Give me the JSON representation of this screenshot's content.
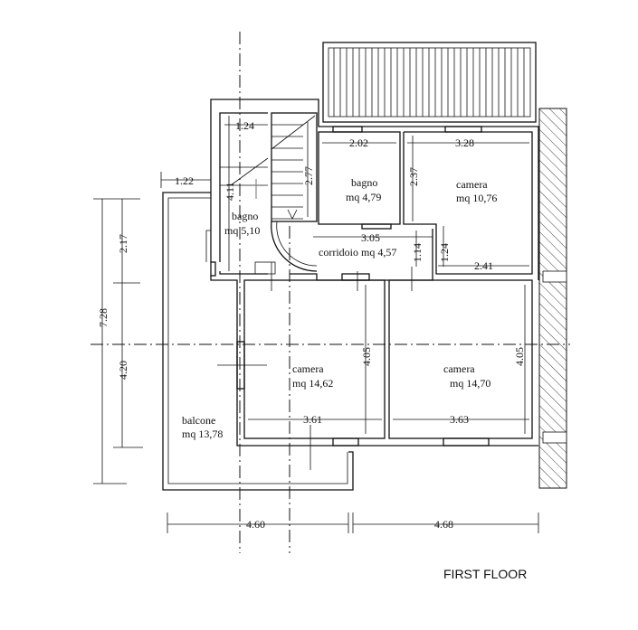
{
  "title": "FIRST FLOOR",
  "rooms": {
    "bagno_left": {
      "name": "bagno",
      "area": "mq 5,10"
    },
    "bagno_top": {
      "name": "bagno",
      "area": "mq 4,79"
    },
    "camera_top": {
      "name": "camera",
      "area": "mq 10,76"
    },
    "corridoio": {
      "label": "corridoio mq 4,57"
    },
    "camera_left": {
      "name": "camera",
      "area": "mq 14,62"
    },
    "camera_right": {
      "name": "camera",
      "area": "mq 14,70"
    },
    "balcone": {
      "name": "balcone",
      "area": "mq 13,78"
    }
  },
  "dimensions": {
    "d_124_top": "1.24",
    "d_122": "1.22",
    "d_411": "4.11",
    "d_277": "2.77",
    "d_202": "2.02",
    "d_328": "3.28",
    "d_237": "2.37",
    "d_305": "3.05",
    "d_114": "1.14",
    "d_124_mid": "1.24",
    "d_241": "2.41",
    "d_405_left": "4.05",
    "d_405_right": "4.05",
    "d_361": "3.61",
    "d_363": "3.63",
    "d_217": "2.17",
    "d_420": "4.20",
    "d_728": "7.28",
    "d_460": "4.60",
    "d_468": "4.68"
  }
}
